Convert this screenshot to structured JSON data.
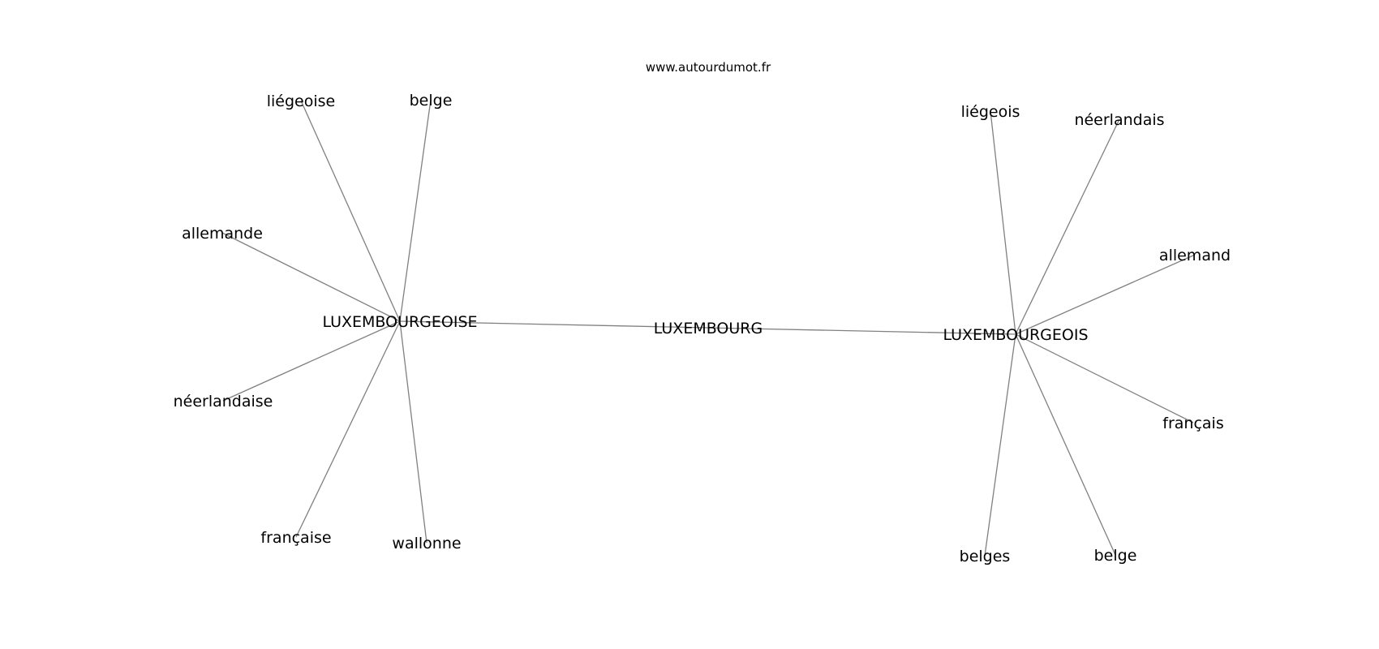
{
  "source": "www.autourdumot.fr",
  "graph": {
    "nodes": [
      {
        "id": "luxembourg",
        "label": "LUXEMBOURG"
      },
      {
        "id": "luxembourgeoise",
        "label": "LUXEMBOURGEOISE"
      },
      {
        "id": "luxembourgeois",
        "label": "LUXEMBOURGEOIS"
      },
      {
        "id": "liegeoise",
        "label": "liégeoise"
      },
      {
        "id": "belge-f",
        "label": "belge"
      },
      {
        "id": "allemande",
        "label": "allemande"
      },
      {
        "id": "neerlandaise",
        "label": "néerlandaise"
      },
      {
        "id": "francaise",
        "label": "française"
      },
      {
        "id": "wallonne",
        "label": "wallonne"
      },
      {
        "id": "liegeois",
        "label": "liégeois"
      },
      {
        "id": "neerlandais",
        "label": "néerlandais"
      },
      {
        "id": "allemand",
        "label": "allemand"
      },
      {
        "id": "francais",
        "label": "français"
      },
      {
        "id": "belges",
        "label": "belges"
      },
      {
        "id": "belge-m",
        "label": "belge"
      }
    ],
    "edges": [
      [
        "luxembourgeoise",
        "luxembourg"
      ],
      [
        "luxembourg",
        "luxembourgeois"
      ],
      [
        "luxembourgeoise",
        "liegeoise"
      ],
      [
        "luxembourgeoise",
        "belge-f"
      ],
      [
        "luxembourgeoise",
        "allemande"
      ],
      [
        "luxembourgeoise",
        "neerlandaise"
      ],
      [
        "luxembourgeoise",
        "francaise"
      ],
      [
        "luxembourgeoise",
        "wallonne"
      ],
      [
        "luxembourgeois",
        "liegeois"
      ],
      [
        "luxembourgeois",
        "neerlandais"
      ],
      [
        "luxembourgeois",
        "allemand"
      ],
      [
        "luxembourgeois",
        "francais"
      ],
      [
        "luxembourgeois",
        "belges"
      ],
      [
        "luxembourgeois",
        "belge-m"
      ]
    ]
  }
}
